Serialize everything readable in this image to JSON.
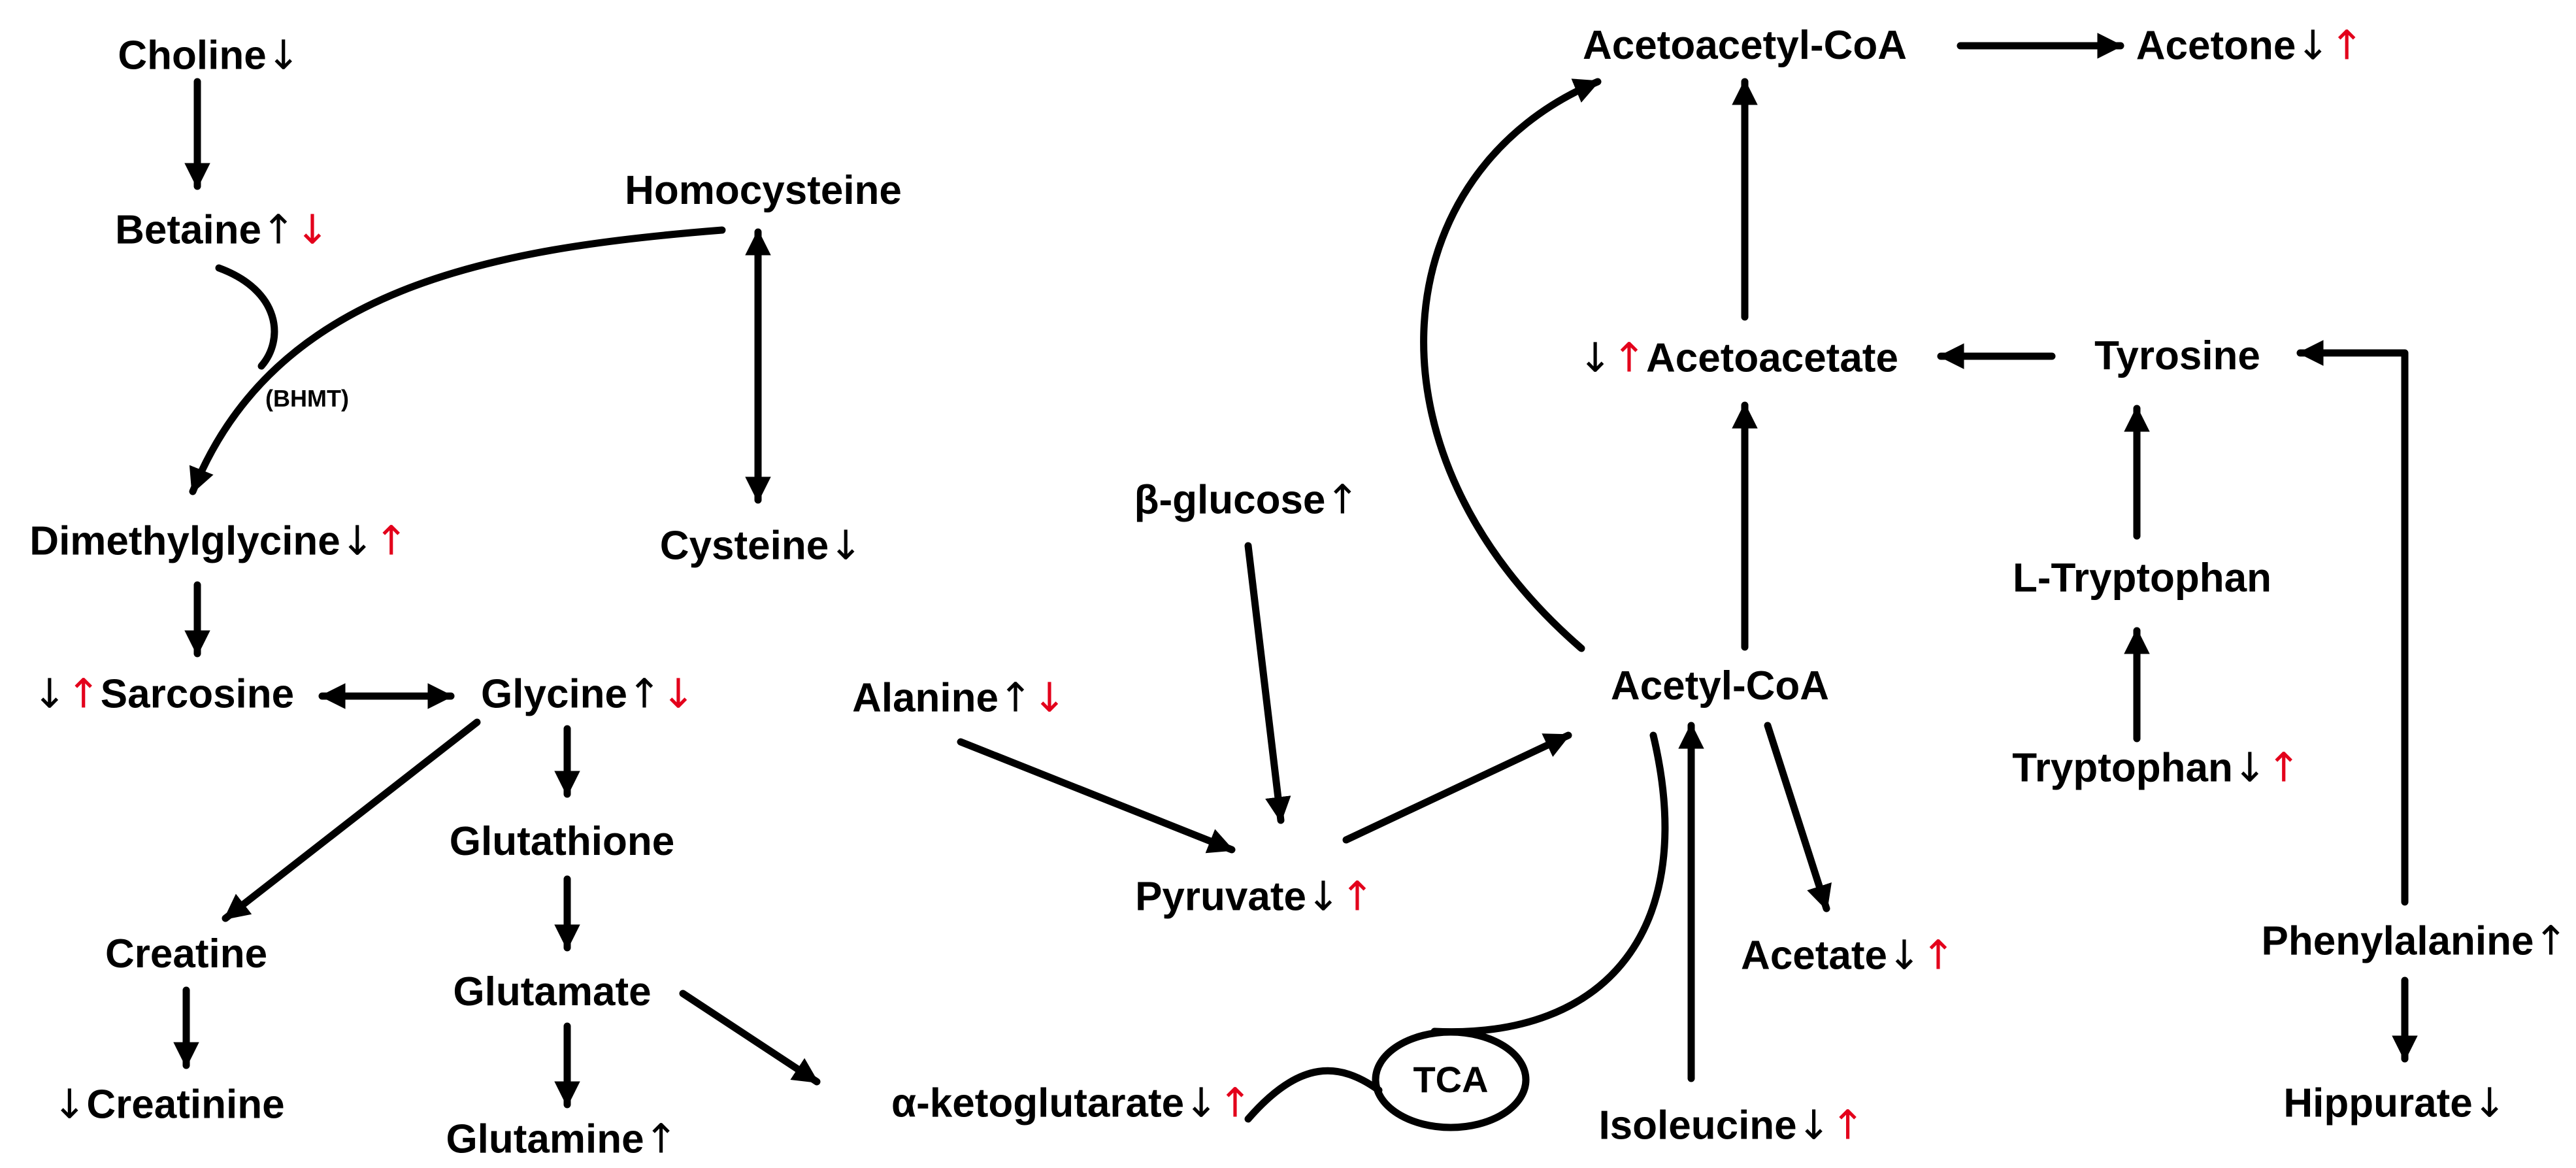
{
  "colors": {
    "text": "#000000",
    "arrow": "#000000",
    "up_red": "#e3001b",
    "down_red": "#e3001b"
  },
  "nodes": {
    "choline": {
      "label": "Choline",
      "pre": "",
      "post": "↓",
      "post_red": ""
    },
    "betaine": {
      "label": "Betaine",
      "pre": "",
      "post": "↑",
      "post_red": "↓"
    },
    "homocysteine": {
      "label": "Homocysteine",
      "pre": "",
      "post": "",
      "post_red": ""
    },
    "bhmt": {
      "label": "(BHMT)"
    },
    "dimethylglycine": {
      "label": "Dimethylglycine",
      "pre": "",
      "post": "↓",
      "post_red": "↑"
    },
    "cysteine": {
      "label": "Cysteine",
      "pre": "",
      "post": "↓",
      "post_red": ""
    },
    "sarcosine": {
      "label": "Sarcosine",
      "pre": "↓",
      "pre_red": "↑",
      "post": "",
      "post_red": ""
    },
    "glycine": {
      "label": "Glycine",
      "pre": "",
      "post": "↑",
      "post_red": "↓"
    },
    "glutathione": {
      "label": "Glutathione"
    },
    "creatine": {
      "label": "Creatine"
    },
    "glutamate": {
      "label": "Glutamate"
    },
    "creatinine": {
      "label": "Creatinine",
      "pre": "↓",
      "pre_red": ""
    },
    "glutamine": {
      "label": "Glutamine",
      "pre": "",
      "post": "↑",
      "post_red": ""
    },
    "beta_glucose": {
      "label": "β-glucose",
      "pre": "",
      "post": "↑",
      "post_red": ""
    },
    "alanine": {
      "label": "Alanine",
      "pre": "",
      "post": "↑",
      "post_red": "↓"
    },
    "pyruvate": {
      "label": "Pyruvate",
      "pre": "",
      "post": "↓",
      "post_red": "↑"
    },
    "alpha_kg": {
      "label": "α-ketoglutarate",
      "pre": "",
      "post": "↓",
      "post_red": "↑"
    },
    "tca": {
      "label": "TCA"
    },
    "acetoacetyl_coa": {
      "label": "Acetoacetyl-CoA"
    },
    "acetone": {
      "label": "Acetone",
      "pre": "",
      "post": "↓",
      "post_red": "↑"
    },
    "acetoacetate": {
      "label": "Acetoacetate",
      "pre": "↓",
      "pre_red": "↑"
    },
    "acetyl_coa": {
      "label": "Acetyl-CoA"
    },
    "acetate": {
      "label": "Acetate",
      "pre": "",
      "post": "↓",
      "post_red": "↑"
    },
    "isoleucine": {
      "label": "Isoleucine",
      "pre": "",
      "post": "↓",
      "post_red": "↑"
    },
    "tyrosine": {
      "label": "Tyrosine"
    },
    "l_tryptophan": {
      "label": "L-Tryptophan"
    },
    "tryptophan": {
      "label": "Tryptophan",
      "pre": "",
      "post": "↓",
      "post_red": "↑"
    },
    "phenylalanine": {
      "label": "Phenylalanine",
      "pre": "",
      "post": "↑",
      "post_red": ""
    },
    "hippurate": {
      "label": "Hippurate",
      "pre": "",
      "post": "↓",
      "post_red": ""
    }
  }
}
